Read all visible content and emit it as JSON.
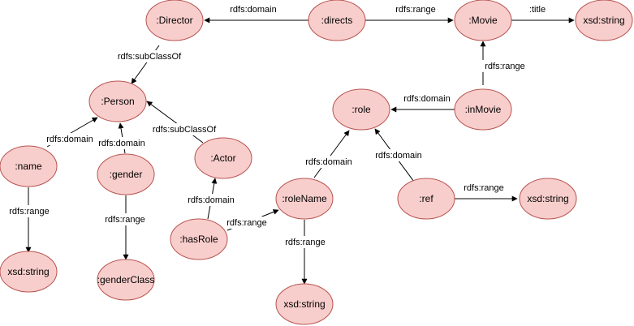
{
  "colors": {
    "node_fill": "#f8cecc",
    "node_stroke": "#b85450",
    "edge": "#000000"
  },
  "nodes": {
    "director": ":Director",
    "directs": ":directs",
    "movie": ":Movie",
    "xsd_title": "xsd:string",
    "person": ":Person",
    "role": ":role",
    "inmovie": ":inMovie",
    "name": ":name",
    "gender": ":gender",
    "actor": ":Actor",
    "rolename": ":roleName",
    "ref": ":ref",
    "xsd_ref": "xsd:string",
    "hasrole": ":hasRole",
    "xsd_name": "xsd:string",
    "genderclass": ":genderClass",
    "xsd_rolename": "xsd:string"
  },
  "edges": {
    "directs_director": "rdfs:domain",
    "directs_movie": "rdfs:range",
    "movie_title": ":title",
    "director_person": "rdfs:subClassOf",
    "inmovie_movie": "rdfs:range",
    "inmovie_role": "rdfs:domain",
    "actor_person": "rdfs:subClassOf",
    "name_person": "rdfs:domain",
    "gender_person": "rdfs:domain",
    "rolename_role": "rdfs:domain",
    "ref_role": "rdfs:domain",
    "ref_xsd": "rdfs:range",
    "name_xsd": "rdfs:range",
    "gender_class": "rdfs:range",
    "hasrole_actor": "rdfs:domain",
    "hasrole_rolename": "rdfs:range",
    "rolename_xsd": "rdfs:range"
  }
}
